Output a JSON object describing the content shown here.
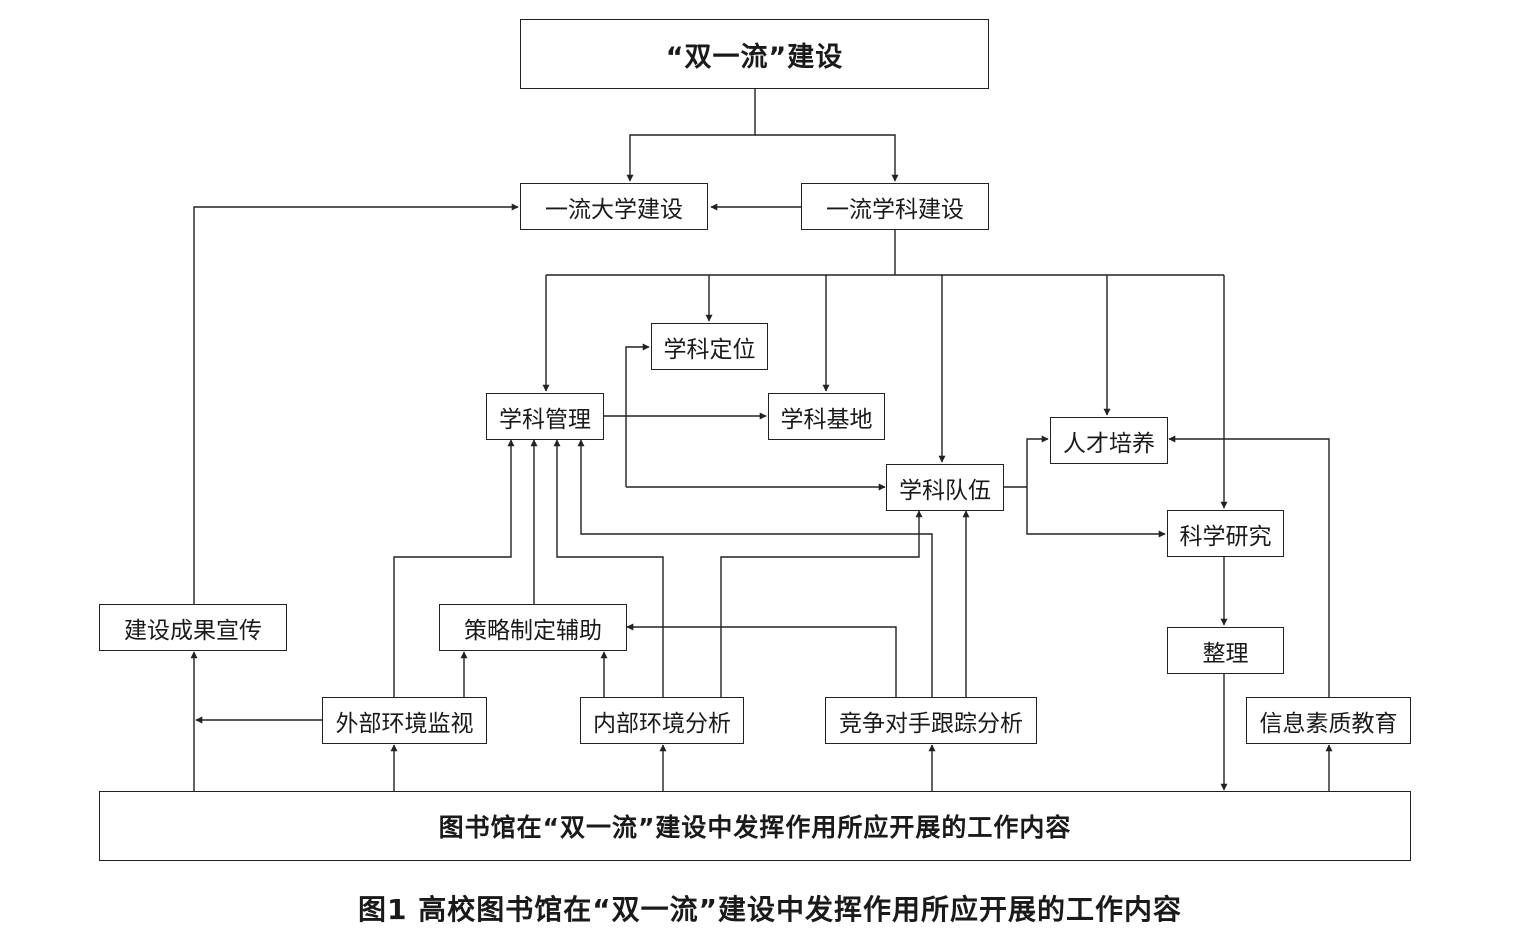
{
  "nodes": {
    "top": "“双一流”建设",
    "university": "一流大学建设",
    "discipline": "一流学科建设",
    "positioning": "学科定位",
    "management": "学科管理",
    "base": "学科基地",
    "talent": "人才培养",
    "team": "学科队伍",
    "research": "科学研究",
    "publicity": "建设成果宣传",
    "strategy": "策略制定辅助",
    "organize": "整理",
    "external": "外部环境监视",
    "internal": "内部环境分析",
    "competitor": "竞争对手跟踪分析",
    "literacy": "信息素质教育",
    "library": "图书馆在“双一流”建设中发挥作用所应开展的工作内容"
  },
  "caption": "图1  高校图书馆在“双一流”建设中发挥作用所应开展的工作内容"
}
